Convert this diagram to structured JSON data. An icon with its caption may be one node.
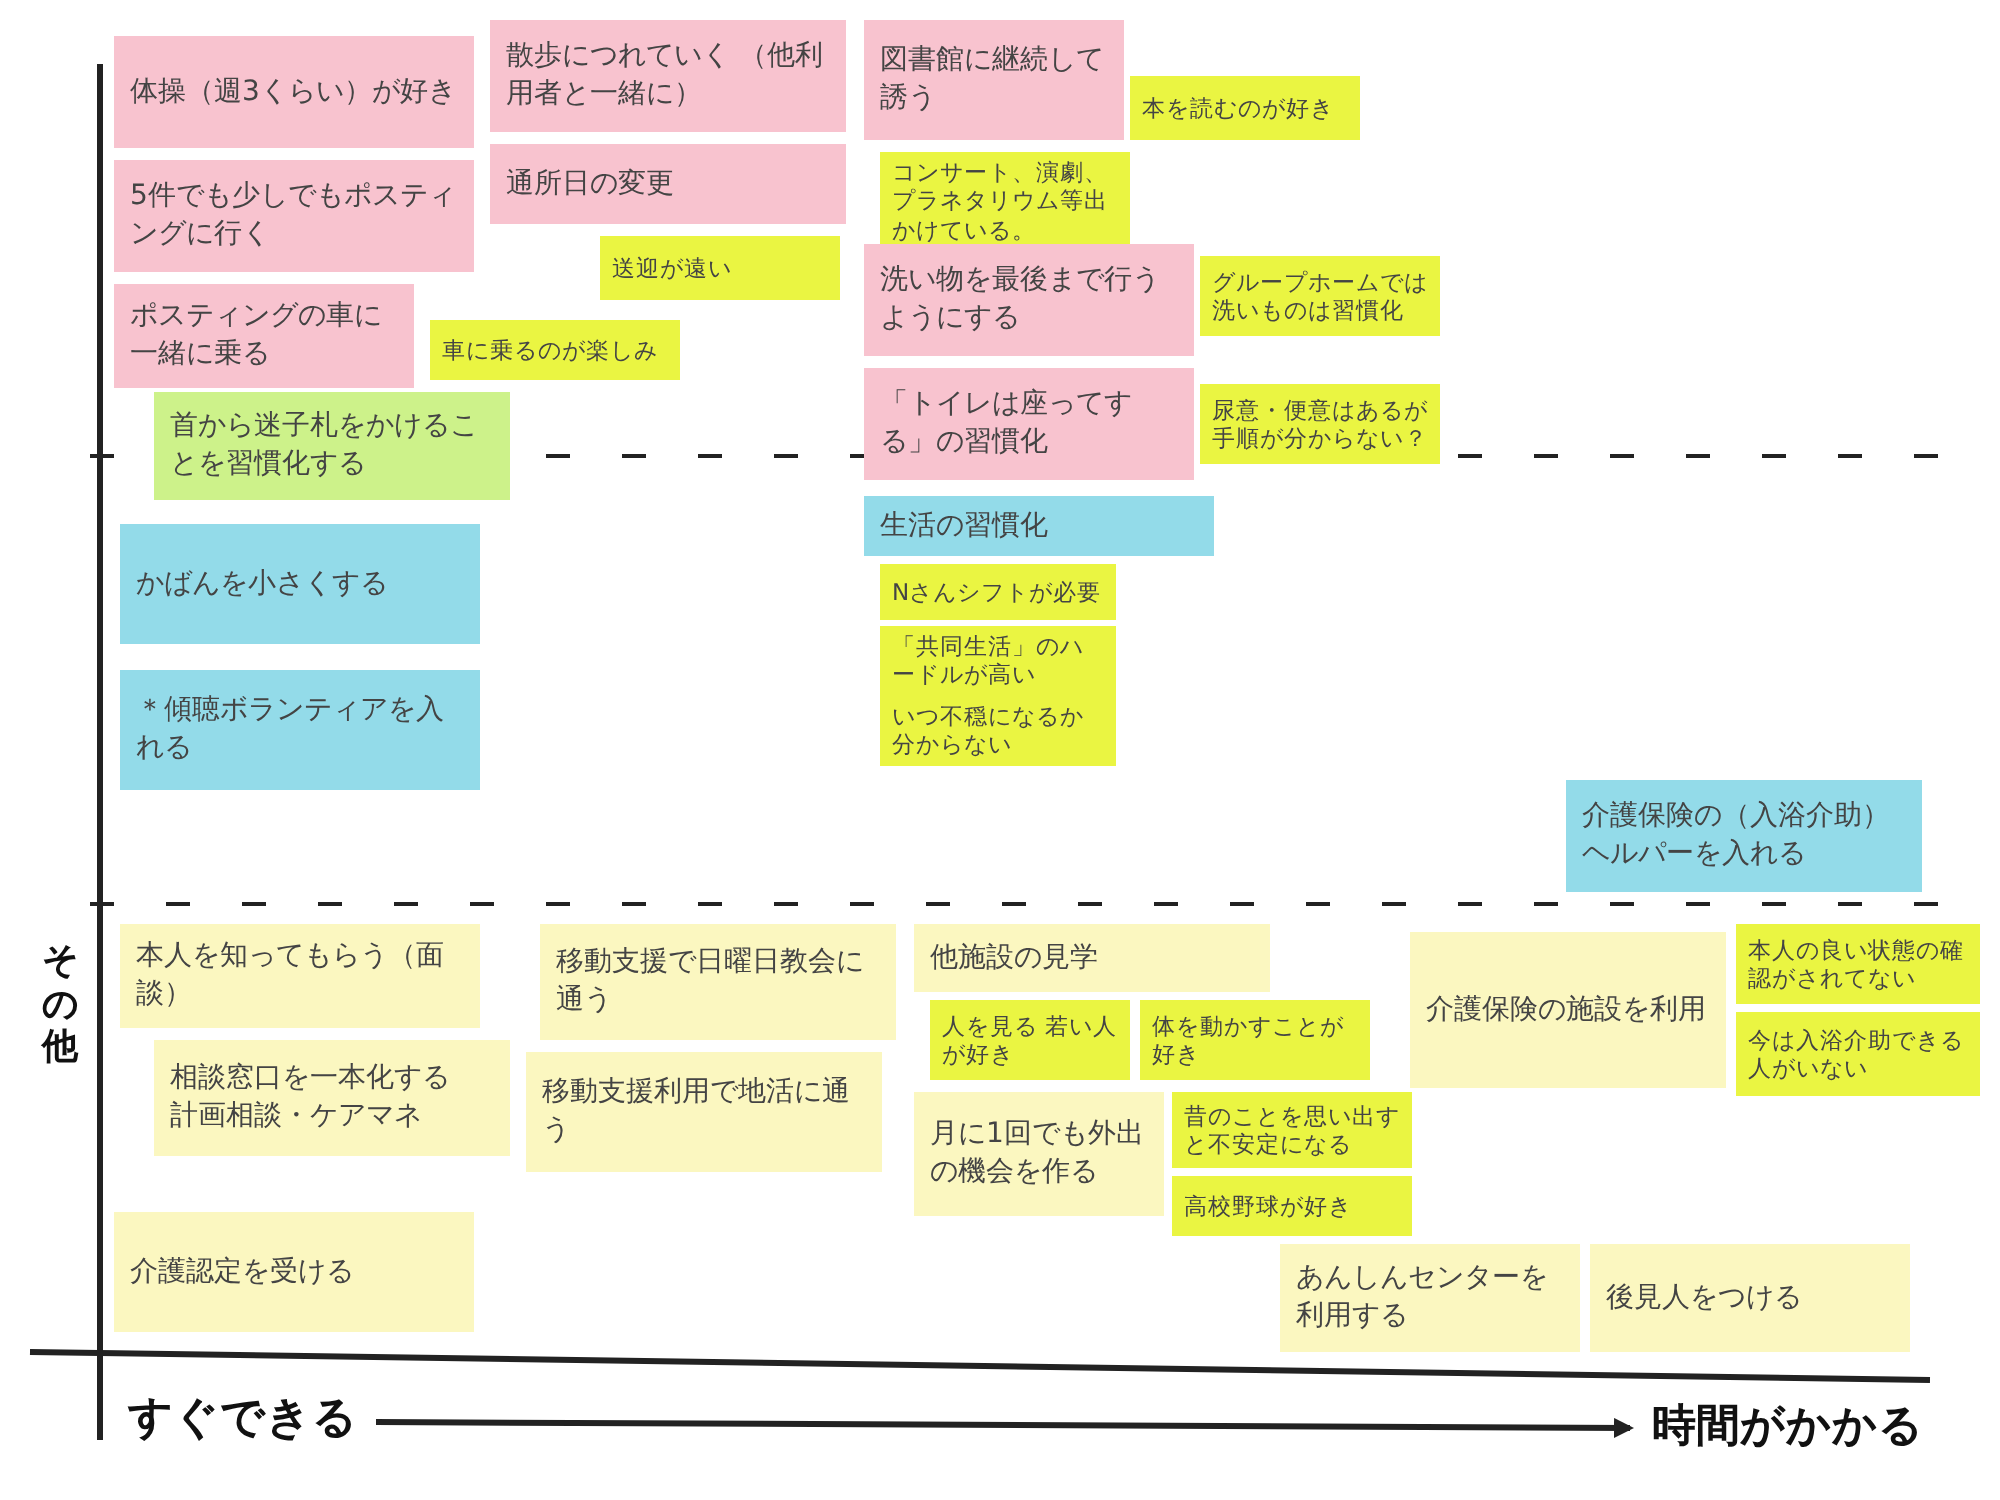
{
  "diagram": {
    "nodes": [
      {
        "text": [
          "体操（週3くらい）が好き"
        ]
      },
      {
        "text": [
          "散歩につれていく （他利用者と一緒に）"
        ]
      },
      {
        "text": [
          "図書館に継続して誘う"
        ]
      },
      {
        "text": [
          "本を読むのが好き"
        ]
      },
      {
        "text": [
          "通所日の変更"
        ]
      },
      {
        "text": [
          "コンサート、演劇、プラネタリウム等出かけている。"
        ]
      },
      {
        "text": [
          "5件でも少しでもポスティングに行く"
        ]
      },
      {
        "text": [
          "送迎が遠い"
        ]
      },
      {
        "text": [
          "洗い物を最後まで行うようにする"
        ]
      },
      {
        "text": [
          "グループホームでは洗いものは習慣化"
        ]
      },
      {
        "text": [
          "ポスティングの車に一緒に乗る"
        ]
      },
      {
        "text": [
          "車に乗るのが楽しみ"
        ]
      },
      {
        "text": [
          "「トイレは座ってする」の習慣化"
        ]
      },
      {
        "text": [
          "尿意・便意はあるが手順が分からない？"
        ]
      },
      {
        "text": [
          "首から迷子札をかけることを習慣化する"
        ]
      },
      {
        "text": [
          "かばんを小さくする"
        ]
      },
      {
        "text": [
          "生活の習慣化"
        ]
      },
      {
        "text": [
          "Nさんシフトが必要"
        ]
      },
      {
        "text": [
          "「共同生活」のハードルが高い"
        ]
      },
      {
        "text": [
          "いつ不穏になるか分からない"
        ]
      },
      {
        "text": [
          "＊傾聴ボランティアを入れる"
        ]
      },
      {
        "text": [
          "介護保険の（入浴介助）ヘルパーを入れる"
        ]
      },
      {
        "text": [
          "本人を知ってもらう（面談）"
        ]
      },
      {
        "text": [
          "移動支援で日曜日教会に通う"
        ]
      },
      {
        "text": [
          "他施設の見学"
        ]
      },
      {
        "text": [
          "介護保険の施設を利用"
        ]
      },
      {
        "text": [
          "本人の良い状態の確認がされてない"
        ]
      },
      {
        "text": [
          "相談窓口を一本化する",
          "計画相談・ケアマネ"
        ]
      },
      {
        "text": [
          "移動支援利用で地活に通う"
        ]
      },
      {
        "text": [
          "人を見る 若い人が好き"
        ]
      },
      {
        "text": [
          "体を動かすことが好き"
        ]
      },
      {
        "text": [
          "今は入浴介助できる人がいない"
        ]
      },
      {
        "text": [
          "月に1回でも外出の機会を作る"
        ]
      },
      {
        "text": [
          "昔のことを思い出すと不安定になる"
        ]
      },
      {
        "text": [
          "高校野球が好き"
        ]
      },
      {
        "text": [
          "介護認定を受ける"
        ]
      },
      {
        "text": [
          "あんしんセンターを利用する"
        ]
      },
      {
        "text": [
          "後見人をつける"
        ]
      }
    ],
    "edges": [],
    "labels": [
      "その他",
      "すぐできる",
      "時間がかかる"
    ]
  }
}
